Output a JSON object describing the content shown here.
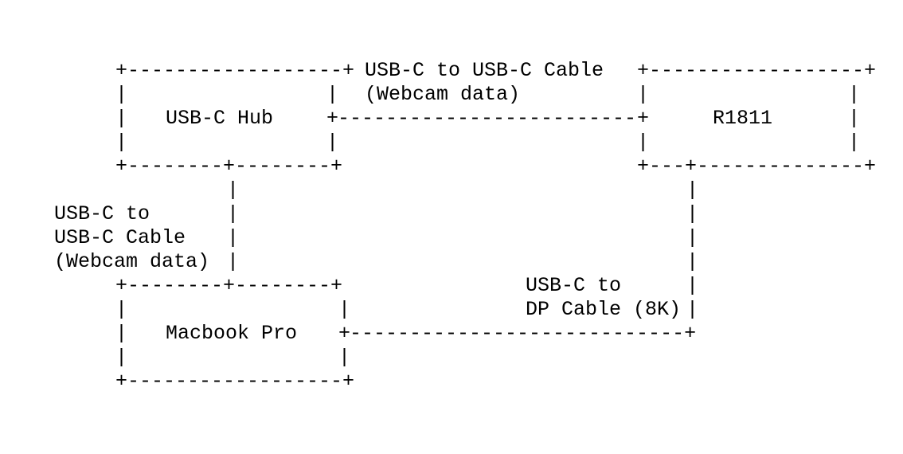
{
  "diagram": {
    "nodes": {
      "usb_hub": "USB-C Hub",
      "r1811": "R1811",
      "macbook": "Macbook Pro"
    },
    "edges": {
      "hub_to_r1811": {
        "line1": "USB-C to USB-C Cable",
        "line2": "(Webcam data)"
      },
      "hub_to_macbook": {
        "line1": "USB-C to",
        "line2": "USB-C Cable",
        "line3": "(Webcam data)"
      },
      "macbook_to_r1811": {
        "line1": "USB-C to",
        "line2": "DP Cable (8K)"
      }
    }
  }
}
